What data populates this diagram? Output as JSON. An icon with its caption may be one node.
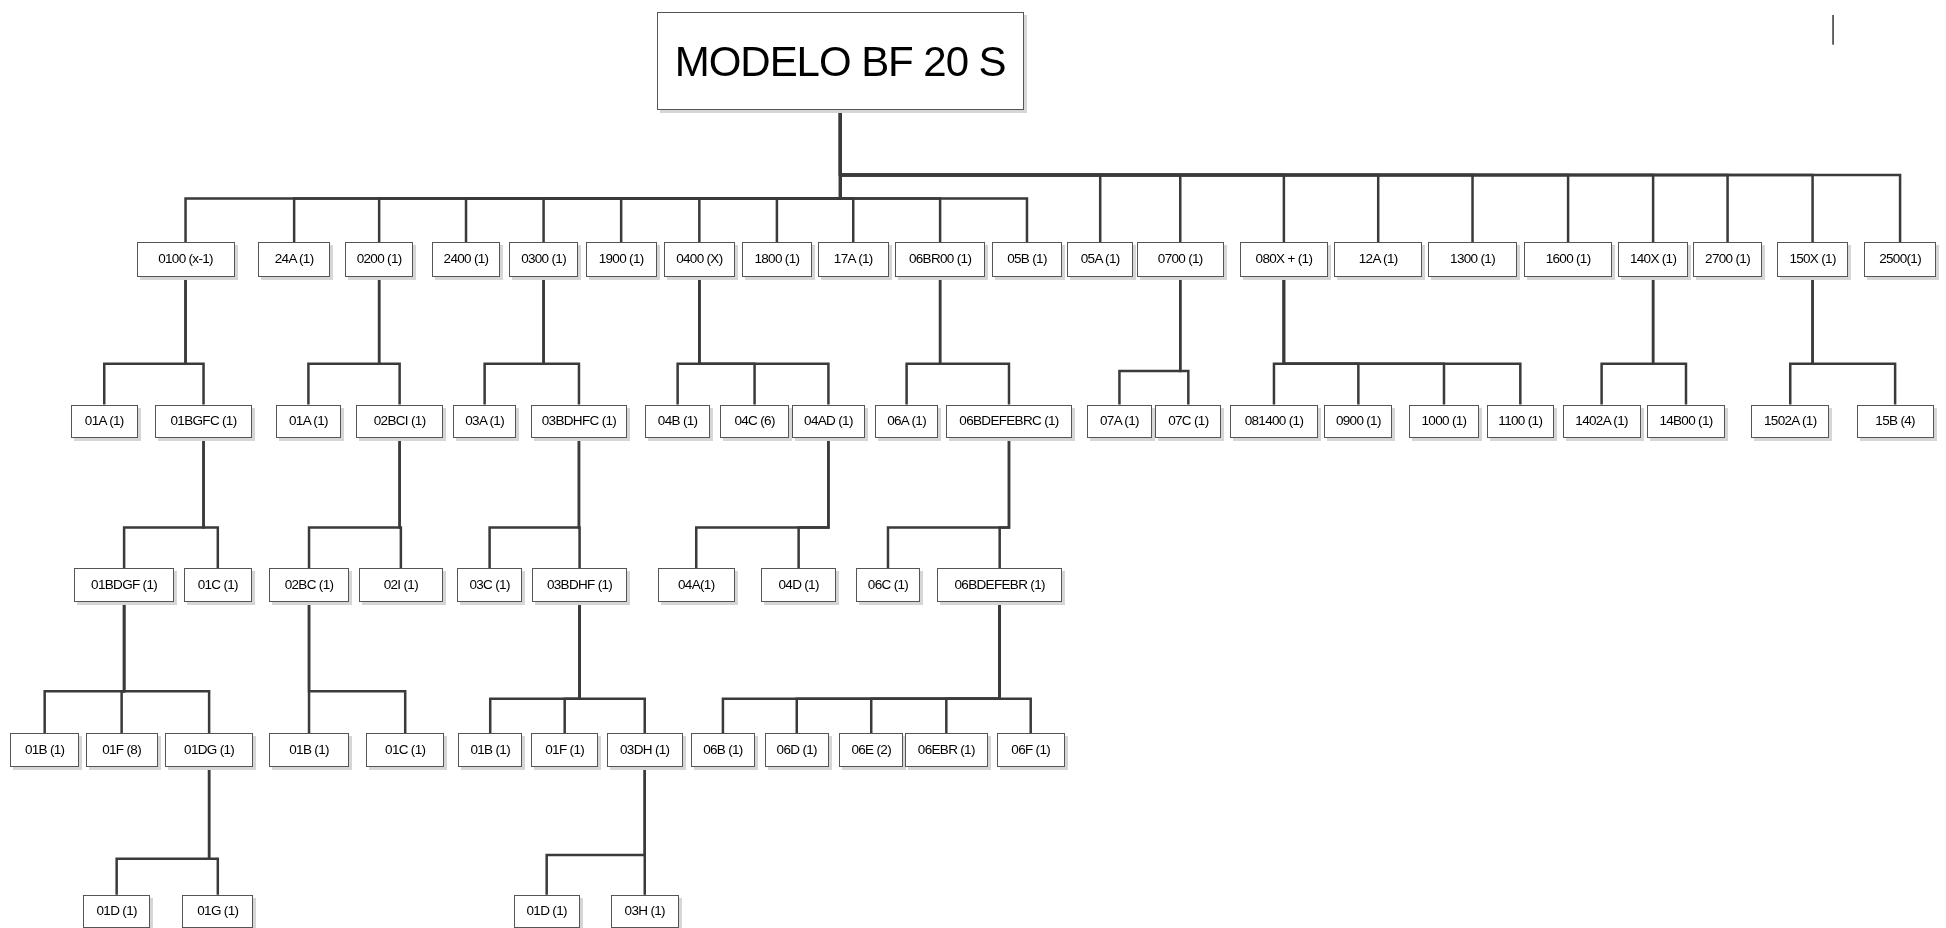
{
  "diagram": {
    "nodes": [
      {
        "text": [
          "MODELO BF 20 S"
        ]
      },
      {
        "text": [
          "0100 (x-1)"
        ]
      },
      {
        "text": [
          "24A (1)"
        ]
      },
      {
        "text": [
          "0200 (1)"
        ]
      },
      {
        "text": [
          "2400 (1)"
        ]
      },
      {
        "text": [
          "0300 (1)"
        ]
      },
      {
        "text": [
          "1900 (1)"
        ]
      },
      {
        "text": [
          "0400 (X)"
        ]
      },
      {
        "text": [
          "1800 (1)"
        ]
      },
      {
        "text": [
          "17A (1)"
        ]
      },
      {
        "text": [
          "06BR00 (1)"
        ]
      },
      {
        "text": [
          "05B (1)"
        ]
      },
      {
        "text": [
          "05A (1)"
        ]
      },
      {
        "text": [
          "0700 (1)"
        ]
      },
      {
        "text": [
          "080X + (1)"
        ]
      },
      {
        "text": [
          "12A (1)"
        ]
      },
      {
        "text": [
          "1300 (1)"
        ]
      },
      {
        "text": [
          "1600 (1)"
        ]
      },
      {
        "text": [
          "140X (1)"
        ]
      },
      {
        "text": [
          "2700 (1)"
        ]
      },
      {
        "text": [
          "150X (1)"
        ]
      },
      {
        "text": [
          "2500(1)"
        ]
      },
      {
        "text": [
          "01A (1)"
        ]
      },
      {
        "text": [
          "01BGFC (1)"
        ]
      },
      {
        "text": [
          "01A (1)"
        ]
      },
      {
        "text": [
          "02BCI (1)"
        ]
      },
      {
        "text": [
          "03A (1)"
        ]
      },
      {
        "text": [
          "03BDHFC (1)"
        ]
      },
      {
        "text": [
          "04B (1)"
        ]
      },
      {
        "text": [
          "04C (6)"
        ]
      },
      {
        "text": [
          "04AD (1)"
        ]
      },
      {
        "text": [
          "06A (1)"
        ]
      },
      {
        "text": [
          "06BDEFEBRC (1)"
        ]
      },
      {
        "text": [
          "07A (1)"
        ]
      },
      {
        "text": [
          "07C (1)"
        ]
      },
      {
        "text": [
          "081400 (1)"
        ]
      },
      {
        "text": [
          "0900 (1)"
        ]
      },
      {
        "text": [
          "1000 (1)"
        ]
      },
      {
        "text": [
          "1100 (1)"
        ]
      },
      {
        "text": [
          "1402A (1)"
        ]
      },
      {
        "text": [
          "14B00 (1)"
        ]
      },
      {
        "text": [
          "1502A (1)"
        ]
      },
      {
        "text": [
          "15B (4)"
        ]
      },
      {
        "text": [
          "01BDGF (1)"
        ]
      },
      {
        "text": [
          "01C (1)"
        ]
      },
      {
        "text": [
          "02BC (1)"
        ]
      },
      {
        "text": [
          "02I (1)"
        ]
      },
      {
        "text": [
          "03C (1)"
        ]
      },
      {
        "text": [
          "03BDHF (1)"
        ]
      },
      {
        "text": [
          "04A(1)"
        ]
      },
      {
        "text": [
          "04D (1)"
        ]
      },
      {
        "text": [
          "06C (1)"
        ]
      },
      {
        "text": [
          "06BDEFEBR (1)"
        ]
      },
      {
        "text": [
          "01B (1)"
        ]
      },
      {
        "text": [
          "01F (8)"
        ]
      },
      {
        "text": [
          "01DG (1)"
        ]
      },
      {
        "text": [
          "01B (1)"
        ]
      },
      {
        "text": [
          "01C (1)"
        ]
      },
      {
        "text": [
          "01B (1)"
        ]
      },
      {
        "text": [
          "01F (1)"
        ]
      },
      {
        "text": [
          "03DH (1)"
        ]
      },
      {
        "text": [
          "06B (1)"
        ]
      },
      {
        "text": [
          "06D (1)"
        ]
      },
      {
        "text": [
          "06E (2)"
        ]
      },
      {
        "text": [
          "06EBR (1)"
        ]
      },
      {
        "text": [
          "06F (1)"
        ]
      },
      {
        "text": [
          "01D (1)"
        ]
      },
      {
        "text": [
          "01G (1)"
        ]
      },
      {
        "text": [
          "01D (1)"
        ]
      },
      {
        "text": [
          "03H (1)"
        ]
      }
    ],
    "edges": [
      {
        "from": 0,
        "to": 1,
        "arrow": "none"
      },
      {
        "from": 0,
        "to": 2,
        "arrow": "none"
      },
      {
        "from": 0,
        "to": 3,
        "arrow": "none"
      },
      {
        "from": 0,
        "to": 4,
        "arrow": "none"
      },
      {
        "from": 0,
        "to": 5,
        "arrow": "none"
      },
      {
        "from": 0,
        "to": 6,
        "arrow": "none"
      },
      {
        "from": 0,
        "to": 7,
        "arrow": "none"
      },
      {
        "from": 0,
        "to": 8,
        "arrow": "none"
      },
      {
        "from": 0,
        "to": 9,
        "arrow": "none"
      },
      {
        "from": 0,
        "to": 10,
        "arrow": "none"
      },
      {
        "from": 0,
        "to": 11,
        "arrow": "none"
      },
      {
        "from": 0,
        "to": 12,
        "arrow": "none"
      },
      {
        "from": 0,
        "to": 13,
        "arrow": "none"
      },
      {
        "from": 0,
        "to": 14,
        "arrow": "none"
      },
      {
        "from": 0,
        "to": 15,
        "arrow": "none"
      },
      {
        "from": 0,
        "to": 16,
        "arrow": "none"
      },
      {
        "from": 0,
        "to": 17,
        "arrow": "none"
      },
      {
        "from": 0,
        "to": 18,
        "arrow": "none"
      },
      {
        "from": 0,
        "to": 19,
        "arrow": "none"
      },
      {
        "from": 0,
        "to": 20,
        "arrow": "none"
      },
      {
        "from": 0,
        "to": 21,
        "arrow": "none"
      },
      {
        "from": 1,
        "to": 22,
        "arrow": "none"
      },
      {
        "from": 1,
        "to": 23,
        "arrow": "none"
      },
      {
        "from": 3,
        "to": 24,
        "arrow": "none"
      },
      {
        "from": 3,
        "to": 25,
        "arrow": "none"
      },
      {
        "from": 5,
        "to": 26,
        "arrow": "none"
      },
      {
        "from": 5,
        "to": 27,
        "arrow": "none"
      },
      {
        "from": 7,
        "to": 28,
        "arrow": "none"
      },
      {
        "from": 7,
        "to": 29,
        "arrow": "none"
      },
      {
        "from": 7,
        "to": 30,
        "arrow": "none"
      },
      {
        "from": 10,
        "to": 31,
        "arrow": "none"
      },
      {
        "from": 10,
        "to": 32,
        "arrow": "none"
      },
      {
        "from": 13,
        "to": 33,
        "arrow": "none"
      },
      {
        "from": 13,
        "to": 34,
        "arrow": "none"
      },
      {
        "from": 14,
        "to": 35,
        "arrow": "none"
      },
      {
        "from": 14,
        "to": 36,
        "arrow": "none"
      },
      {
        "from": 14,
        "to": 37,
        "arrow": "none"
      },
      {
        "from": 14,
        "to": 38,
        "arrow": "none"
      },
      {
        "from": 18,
        "to": 39,
        "arrow": "none"
      },
      {
        "from": 18,
        "to": 40,
        "arrow": "none"
      },
      {
        "from": 20,
        "to": 41,
        "arrow": "none"
      },
      {
        "from": 20,
        "to": 42,
        "arrow": "none"
      },
      {
        "from": 23,
        "to": 43,
        "arrow": "none"
      },
      {
        "from": 23,
        "to": 44,
        "arrow": "none"
      },
      {
        "from": 25,
        "to": 45,
        "arrow": "none"
      },
      {
        "from": 25,
        "to": 46,
        "arrow": "none"
      },
      {
        "from": 27,
        "to": 47,
        "arrow": "none"
      },
      {
        "from": 27,
        "to": 48,
        "arrow": "none"
      },
      {
        "from": 30,
        "to": 49,
        "arrow": "none"
      },
      {
        "from": 30,
        "to": 50,
        "arrow": "none"
      },
      {
        "from": 32,
        "to": 51,
        "arrow": "none"
      },
      {
        "from": 32,
        "to": 52,
        "arrow": "none"
      },
      {
        "from": 43,
        "to": 53,
        "arrow": "none"
      },
      {
        "from": 43,
        "to": 54,
        "arrow": "none"
      },
      {
        "from": 43,
        "to": 55,
        "arrow": "none"
      },
      {
        "from": 45,
        "to": 56,
        "arrow": "none"
      },
      {
        "from": 45,
        "to": 57,
        "arrow": "none"
      },
      {
        "from": 48,
        "to": 58,
        "arrow": "none"
      },
      {
        "from": 48,
        "to": 59,
        "arrow": "none"
      },
      {
        "from": 48,
        "to": 60,
        "arrow": "none"
      },
      {
        "from": 52,
        "to": 61,
        "arrow": "none"
      },
      {
        "from": 52,
        "to": 62,
        "arrow": "none"
      },
      {
        "from": 52,
        "to": 63,
        "arrow": "none"
      },
      {
        "from": 52,
        "to": 64,
        "arrow": "none"
      },
      {
        "from": 52,
        "to": 65,
        "arrow": "none"
      },
      {
        "from": 55,
        "to": 66,
        "arrow": "none"
      },
      {
        "from": 55,
        "to": 67,
        "arrow": "none"
      },
      {
        "from": 60,
        "to": 68,
        "arrow": "none"
      },
      {
        "from": 60,
        "to": 69,
        "arrow": "none"
      }
    ]
  }
}
